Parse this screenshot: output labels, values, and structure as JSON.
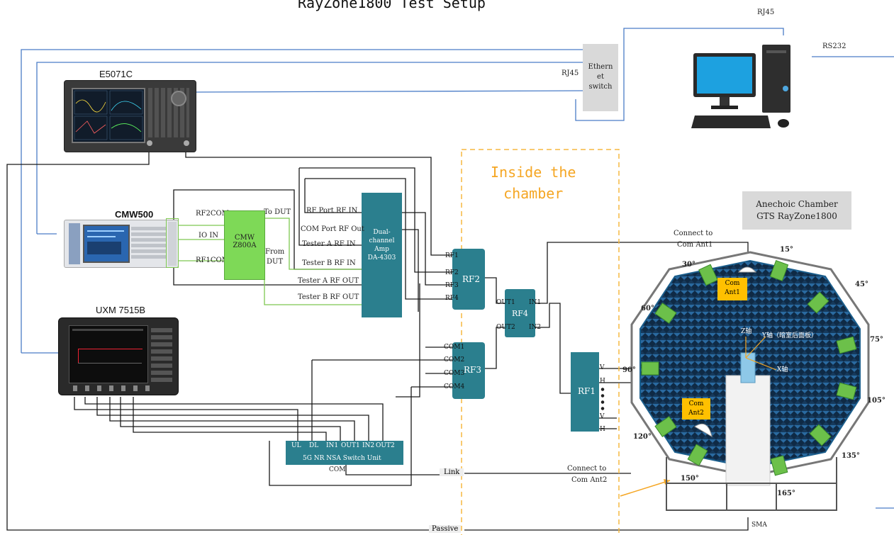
{
  "title": "RayZone1800 Test Setup",
  "instruments": {
    "e5071c": "E5071C",
    "cmw500": "CMW500",
    "uxm": "UXM 7515B"
  },
  "cmw_z800a": {
    "line1": "CMW",
    "line2": "Z800A"
  },
  "cmw_ports": {
    "rf2com": "RF2COM",
    "io_in": "IO IN",
    "rf1com": "RF1COM"
  },
  "to_dut": "To DUT",
  "from_dut": {
    "line1": "From",
    "line2": "DUT"
  },
  "amp": {
    "line1": "Dual-",
    "line2": "channel",
    "line3": "Amp",
    "line4": "DA-4303"
  },
  "amp_ports": [
    "RF Port RF IN",
    "COM Port RF Out",
    "Tester A RF IN",
    "Tester B RF IN",
    "Tester A RF OUT",
    "Tester B RF OUT"
  ],
  "rf2": {
    "label": "RF2",
    "ports": [
      "RF1",
      "RF2",
      "RF3",
      "RF4"
    ]
  },
  "rf3": {
    "label": "RF3",
    "ports": [
      "COM1",
      "COM2",
      "COM3",
      "COM4"
    ]
  },
  "rf4": {
    "label": "RF4",
    "left_ports": [
      "OUT1",
      "OUT2"
    ],
    "right_ports": [
      "IN1",
      "IN2"
    ]
  },
  "rf1": {
    "label": "RF1",
    "ports": [
      "V",
      "H",
      "V",
      "H"
    ]
  },
  "switch_unit": {
    "ports": [
      "UL",
      "DL",
      "IN1",
      "OUT1",
      "IN2",
      "OUT2"
    ],
    "label": "5G NR NSA Switch Unit",
    "com": "COM"
  },
  "network": {
    "ethernet_switch": {
      "line1": "Ethern",
      "line2": "et",
      "line3": "switch"
    },
    "rj45_left": "RJ45",
    "rj45_top": "RJ45",
    "rs232": "RS232"
  },
  "chamber": {
    "inside": {
      "line1": "Inside the",
      "line2": "chamber"
    },
    "anechoic": {
      "line1": "Anechoic Chamber",
      "line2": "GTS RayZone1800"
    },
    "connect_ant1": {
      "line1": "Connect to",
      "line2": "Com Ant1"
    },
    "connect_ant2": {
      "line1": "Connect to",
      "line2": "Com Ant2"
    },
    "com_ant1": {
      "line1": "Com",
      "line2": "Ant1"
    },
    "com_ant2": {
      "line1": "Com",
      "line2": "Ant2"
    },
    "axis_z": "Z轴",
    "axis_y": "Y轴（暗室后面板）",
    "axis_x": "X轴",
    "angles": [
      "15°",
      "30°",
      "45°",
      "60°",
      "75°",
      "90°",
      "105°",
      "120°",
      "135°",
      "150°",
      "165°"
    ]
  },
  "link": "Link",
  "passive": "Passive",
  "sma": "SMA",
  "colors": {
    "teal": "#2b7f8e",
    "orange": "#f5a623",
    "chamber_blue": "#1b5e8c",
    "absorber_green": "#6cc04a",
    "cable_blue": "#4a7cc7",
    "cable_green": "#7ec850"
  }
}
